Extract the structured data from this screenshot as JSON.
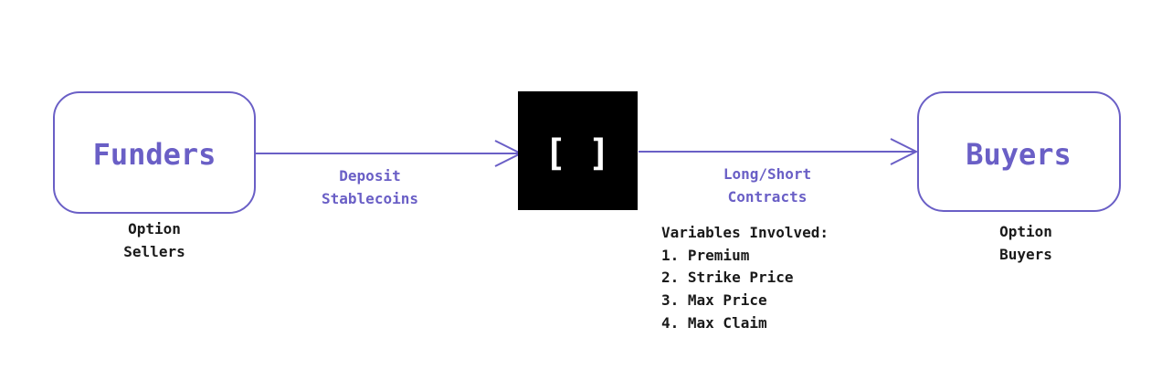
{
  "colors": {
    "accent": "#6a5fc6",
    "text": "#1a1a1a",
    "center_bg": "#000000",
    "center_fg": "#ffffff"
  },
  "nodes": {
    "funders": {
      "label": "Funders",
      "caption_line1": "Option",
      "caption_line2": "Sellers"
    },
    "center": {
      "label": "[ ]"
    },
    "buyers": {
      "label": "Buyers",
      "caption_line1": "Option",
      "caption_line2": "Buyers"
    }
  },
  "edges": {
    "deposit": {
      "line1": "Deposit",
      "line2": "Stablecoins"
    },
    "contracts": {
      "line1": "Long/Short",
      "line2": "Contracts"
    }
  },
  "variables": {
    "heading": "Variables Involved:",
    "items": [
      "1. Premium",
      "2. Strike Price",
      "3. Max Price",
      "4. Max Claim"
    ]
  }
}
